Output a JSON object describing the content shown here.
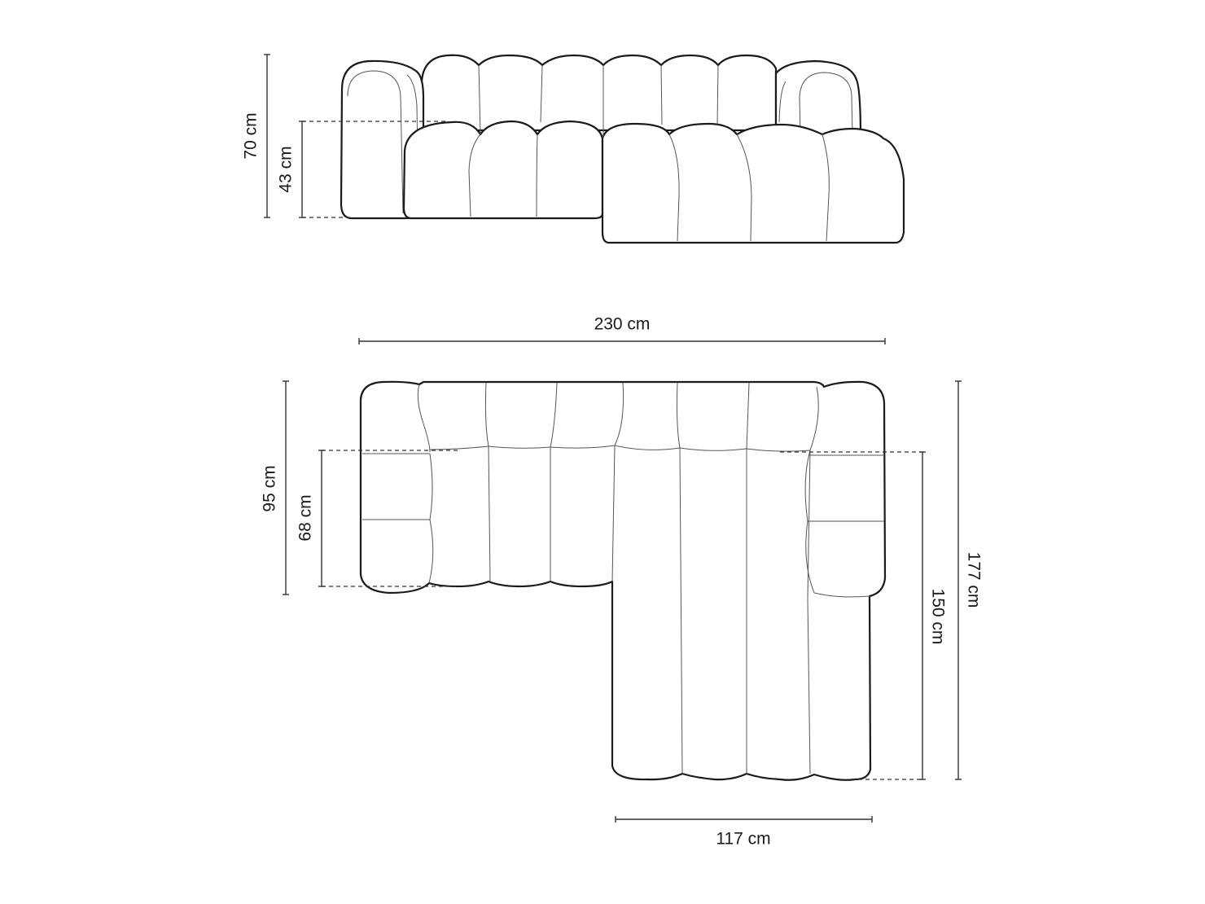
{
  "title": "Corner sofa dimension drawing",
  "views": {
    "front": {
      "label": "front-elevation",
      "dimensions": {
        "total_height": "70 cm",
        "seat_height": "43 cm"
      }
    },
    "top": {
      "label": "top-plan",
      "dimensions": {
        "total_width": "230 cm",
        "depth": "95 cm",
        "seat_depth": "68 cm",
        "chaise_length": "177 cm",
        "chaise_seat_length": "150 cm",
        "chaise_width": "117 cm"
      }
    }
  },
  "colors": {
    "line": "#1a1a1a",
    "seam": "#555555",
    "background": "#ffffff"
  }
}
